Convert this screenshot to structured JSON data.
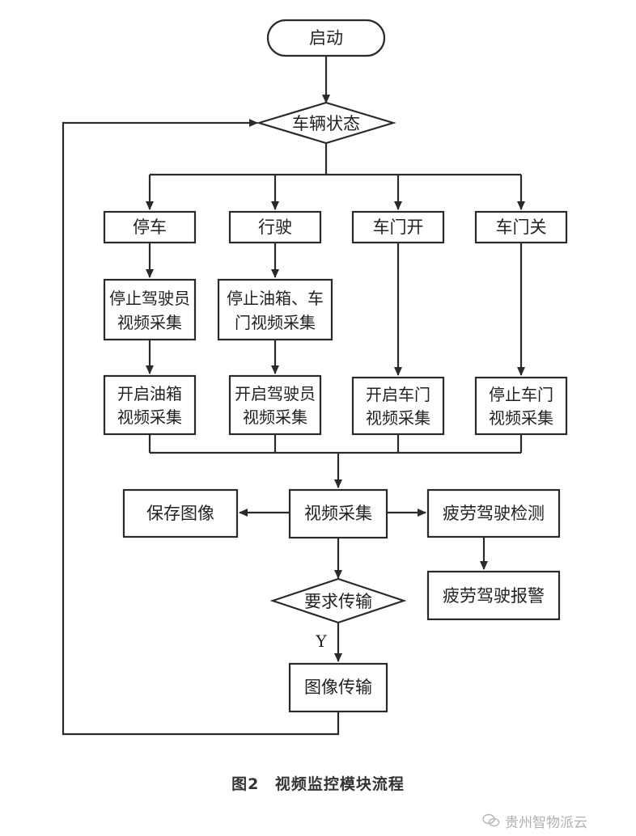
{
  "nodes": {
    "start": "启动",
    "vehicle_state": "车辆状态",
    "parking": "停车",
    "driving": "行驶",
    "door_open": "车门开",
    "door_close": "车门关",
    "stop_driver_video": [
      "停止驾驶员",
      "视频采集"
    ],
    "stop_tank_door_video": [
      "停止油箱、车",
      "门视频采集"
    ],
    "start_tank_video": [
      "开启油箱",
      "视频采集"
    ],
    "start_driver_video": [
      "开启驾驶员",
      "视频采集"
    ],
    "start_door_video": [
      "开启车门",
      "视频采集"
    ],
    "stop_door_video": [
      "停止车门",
      "视频采集"
    ],
    "video_capture": "视频采集",
    "save_image": "保存图像",
    "fatigue_detect": "疲劳驾驶检测",
    "fatigue_alarm": "疲劳驾驶报警",
    "require_transfer": "要求传输",
    "image_transfer": "图像传输"
  },
  "edge_labels": {
    "yes": "Y"
  },
  "caption": {
    "figure_number": "图2",
    "title": "视频监控模块流程"
  },
  "watermark": {
    "icon": "chat-bubble-icon",
    "text": "贵州智物派云"
  }
}
